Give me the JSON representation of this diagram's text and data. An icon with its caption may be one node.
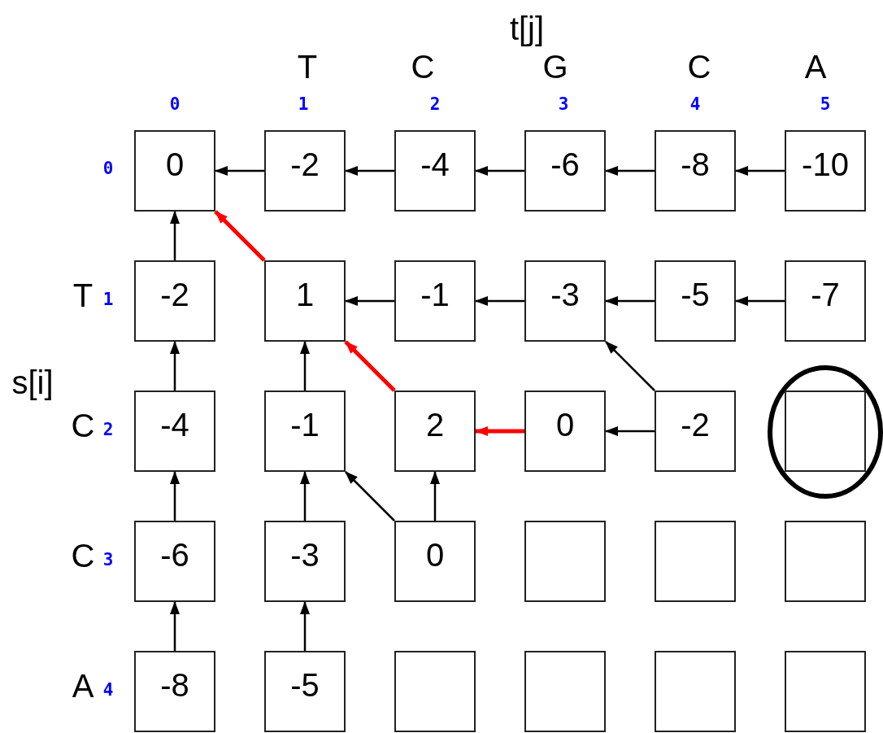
{
  "diagram": {
    "nodes": [
      {
        "text": [
          "0"
        ]
      },
      {
        "text": [
          "-2"
        ]
      },
      {
        "text": [
          "-4"
        ]
      },
      {
        "text": [
          "-6"
        ]
      },
      {
        "text": [
          "-8"
        ]
      },
      {
        "text": [
          "-10"
        ]
      },
      {
        "text": [
          "-2"
        ]
      },
      {
        "text": [
          "1"
        ]
      },
      {
        "text": [
          "-1"
        ]
      },
      {
        "text": [
          "-3"
        ]
      },
      {
        "text": [
          "-5"
        ]
      },
      {
        "text": [
          "-7"
        ]
      },
      {
        "text": [
          "-4"
        ]
      },
      {
        "text": [
          "-1"
        ]
      },
      {
        "text": [
          "2"
        ]
      },
      {
        "text": [
          "0"
        ]
      },
      {
        "text": [
          "-2"
        ]
      },
      {
        "text": [],
        "shape": "box"
      },
      {
        "text": [
          "-6"
        ]
      },
      {
        "text": [
          "-3"
        ]
      },
      {
        "text": [
          "0"
        ]
      },
      {
        "text": [],
        "shape": "box"
      },
      {
        "text": [],
        "shape": "box"
      },
      {
        "text": [],
        "shape": "box"
      },
      {
        "text": [
          "-8"
        ]
      },
      {
        "text": [
          "-5"
        ]
      },
      {
        "text": [],
        "shape": "box"
      },
      {
        "text": [],
        "shape": "box"
      },
      {
        "text": [],
        "shape": "box"
      },
      {
        "text": [],
        "shape": "box"
      }
    ],
    "edges": [
      {
        "from": 1,
        "to": 0,
        "arrow": "to"
      },
      {
        "from": 2,
        "to": 1,
        "arrow": "to"
      },
      {
        "from": 3,
        "to": 2,
        "arrow": "to"
      },
      {
        "from": 4,
        "to": 3,
        "arrow": "to"
      },
      {
        "from": 5,
        "to": 4,
        "arrow": "to"
      },
      {
        "from": 6,
        "to": 0,
        "arrow": "to"
      },
      {
        "from": 7,
        "to": 0,
        "arrow": "to",
        "style": "thick",
        "color": "#ff0000"
      },
      {
        "from": 8,
        "to": 7,
        "arrow": "to"
      },
      {
        "from": 9,
        "to": 8,
        "arrow": "to"
      },
      {
        "from": 10,
        "to": 9,
        "arrow": "to"
      },
      {
        "from": 11,
        "to": 10,
        "arrow": "to"
      },
      {
        "from": 12,
        "to": 6,
        "arrow": "to"
      },
      {
        "from": 13,
        "to": 7,
        "arrow": "to"
      },
      {
        "from": 14,
        "to": 7,
        "arrow": "to",
        "style": "thick",
        "color": "#ff0000"
      },
      {
        "from": 15,
        "to": 14,
        "arrow": "to",
        "style": "thick",
        "color": "#ff0000"
      },
      {
        "from": 16,
        "to": 15,
        "arrow": "to"
      },
      {
        "from": 16,
        "to": 9,
        "arrow": "to"
      },
      {
        "from": 18,
        "to": 12,
        "arrow": "to"
      },
      {
        "from": 19,
        "to": 13,
        "arrow": "to"
      },
      {
        "from": 20,
        "to": 13,
        "arrow": "to"
      },
      {
        "from": 20,
        "to": 14,
        "arrow": "to"
      },
      {
        "from": 24,
        "to": 18,
        "arrow": "to"
      },
      {
        "from": 25,
        "to": 19,
        "arrow": "to"
      }
    ],
    "labels": [
      "t[j]",
      "T",
      "C",
      "G",
      "C",
      "A",
      "0",
      "1",
      "2",
      "3",
      "4",
      "5",
      "0",
      "T",
      "1",
      "s[i]",
      "C",
      "2",
      "C",
      "3",
      "A",
      "4"
    ]
  }
}
